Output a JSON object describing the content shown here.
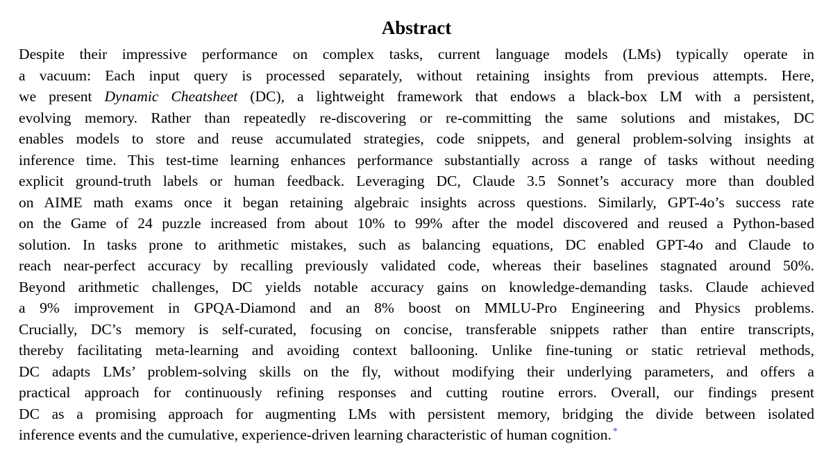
{
  "abstract": {
    "heading": "Abstract",
    "lines": [
      "Despite their impressive performance on complex tasks, current language models (LMs) typically operate in",
      "a vacuum: Each input query is processed separately, without retaining insights from previous attempts. Here,",
      "evolving memory. Rather than repeatedly re-discovering or re-committing the same solutions and mistakes, DC",
      "enables models to store and reuse accumulated strategies, code snippets, and general problem-solving insights at",
      "inference time. This test-time learning enhances performance substantially across a range of tasks without needing",
      "explicit ground-truth labels or human feedback. Leveraging DC, Claude 3.5 Sonnet’s accuracy more than doubled",
      "on AIME math exams once it began retaining algebraic insights across questions. Similarly, GPT-4o’s success rate",
      "on the Game of 24 puzzle increased from about 10% to 99% after the model discovered and reused a Python-based",
      "solution. In tasks prone to arithmetic mistakes, such as balancing equations, DC enabled GPT-4o and Claude to",
      "reach near-perfect accuracy by recalling previously validated code, whereas their baselines stagnated around 50%.",
      "Beyond arithmetic challenges, DC yields notable accuracy gains on knowledge-demanding tasks. Claude achieved",
      "a 9% improvement in GPQA-Diamond and an 8% boost on MMLU-Pro Engineering and Physics problems.",
      "Crucially, DC’s memory is self-curated, focusing on concise, transferable snippets rather than entire transcripts,",
      "thereby facilitating meta-learning and avoiding context ballooning. Unlike fine-tuning or static retrieval methods,",
      "DC adapts LMs’ problem-solving skills on the fly, without modifying their underlying parameters, and offers a",
      "practical approach for continuously refining responses and cutting routine errors. Overall, our findings present",
      "DC as a promising approach for augmenting LMs with persistent memory, bridging the divide between isolated",
      "inference events and the cumulative, experience-driven learning characteristic of human cognition."
    ],
    "line3": {
      "before": "we present ",
      "emphasis": "Dynamic Cheatsheet",
      "after": " (DC), a lightweight framework that endows a black-box LM with a persistent,"
    },
    "footnote_marker": "*"
  }
}
